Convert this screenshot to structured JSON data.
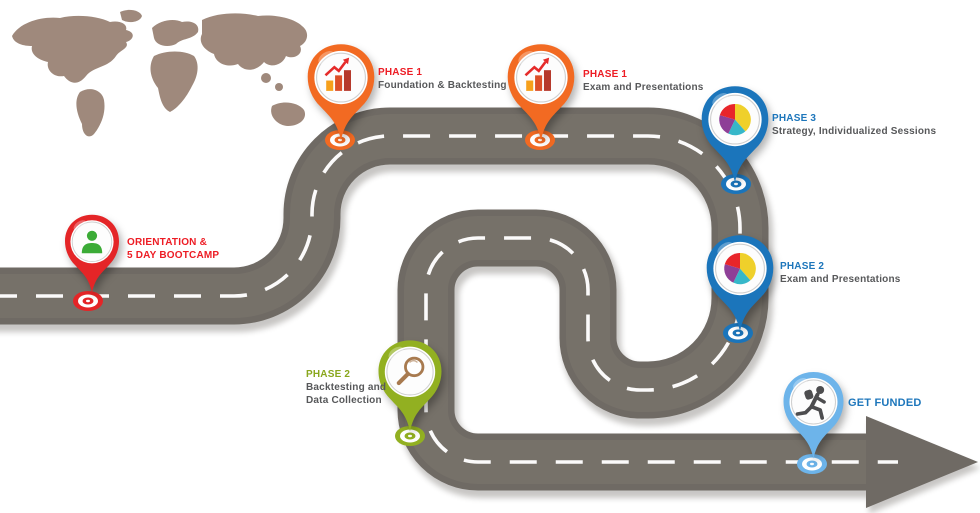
{
  "colors": {
    "pin_red": "#e42527",
    "pin_orange": "#f26a22",
    "pin_blue": "#1b75bb",
    "pin_light_blue": "#6db4ea",
    "pin_green": "#92b021",
    "road_gray": "#6f6a64",
    "road_light": "#7b766e",
    "map_brown": "#9c8678",
    "text_red": "#ed1c24",
    "text_blue": "#1d76bb",
    "text_green": "#8aa71e",
    "text_gray": "#57585a",
    "person_green": "#3bab36",
    "bar_light": "#f6a01b",
    "bar_mid": "#dc4f28",
    "bar_dark": "#b6392b",
    "arrow_red": "#e52b2a",
    "pie_red": "#e8252a",
    "pie_purple": "#8e3f97",
    "pie_teal": "#36b7c9",
    "pie_yellow": "#efd02b",
    "magnifier_brown": "#a87a4f",
    "runner_gray": "#4d4d4f"
  },
  "milestones": [
    {
      "id": "orientation",
      "icon": "person-icon",
      "color": "red",
      "label_line1": "ORIENTATION &",
      "label_line2": "5 DAY BOOTCAMP"
    },
    {
      "id": "phase1-foundation",
      "icon": "bar-chart-icon",
      "color": "orange",
      "phase": "PHASE 1",
      "title": "Foundation & Backtesting"
    },
    {
      "id": "phase1-exam",
      "icon": "bar-chart-icon",
      "color": "orange",
      "phase": "PHASE 1",
      "title": "Exam and Presentations"
    },
    {
      "id": "phase3-strategy",
      "icon": "pie-chart-icon",
      "color": "blue",
      "phase": "PHASE 3",
      "title": "Strategy, Individualized Sessions"
    },
    {
      "id": "phase2-exam",
      "icon": "pie-chart-icon",
      "color": "blue",
      "phase": "PHASE 2",
      "title": "Exam and Presentations"
    },
    {
      "id": "phase2-backtesting",
      "icon": "magnifier-icon",
      "color": "green",
      "phase": "PHASE 2",
      "title_line1": "Backtesting and",
      "title_line2": "Data Collection"
    },
    {
      "id": "get-funded",
      "icon": "runner-icon",
      "color": "light_blue",
      "title": "GET FUNDED"
    }
  ]
}
